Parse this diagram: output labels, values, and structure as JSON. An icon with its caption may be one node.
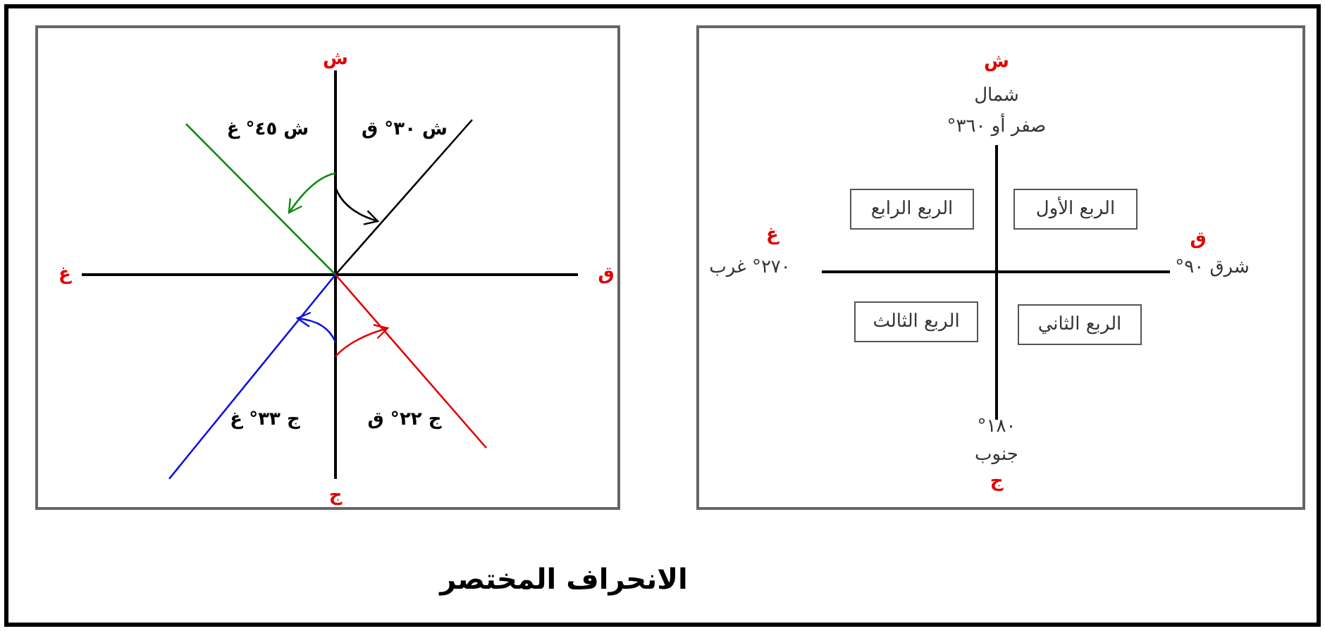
{
  "diagram": {
    "caption": "الانحراف المختصر",
    "nodes": [
      {
        "text": [],
        "shape": "box"
      },
      {
        "text": [],
        "shape": "box"
      },
      {
        "text": [
          "الربع الرابع"
        ],
        "in": 1
      },
      {
        "text": [
          "الربع الأول"
        ],
        "in": 1
      },
      {
        "text": [
          "الربع الثالث"
        ],
        "in": 1
      },
      {
        "text": [
          "الربع الثاني"
        ],
        "in": 1
      }
    ],
    "edges": [],
    "labels": [
      "ش",
      "ش ٤٥° غ",
      "ش ٣٠° ق",
      "غ",
      "ق",
      "ج ٣٣° غ",
      "ج ٢٢° ق",
      "ج",
      "ش",
      "شمال",
      "صفر أو ٣٦٠°",
      "غ",
      "٢٧٠° غرب",
      "ق",
      "شرق ٩٠°",
      "١٨٠°",
      "جنوب",
      "ج"
    ]
  }
}
